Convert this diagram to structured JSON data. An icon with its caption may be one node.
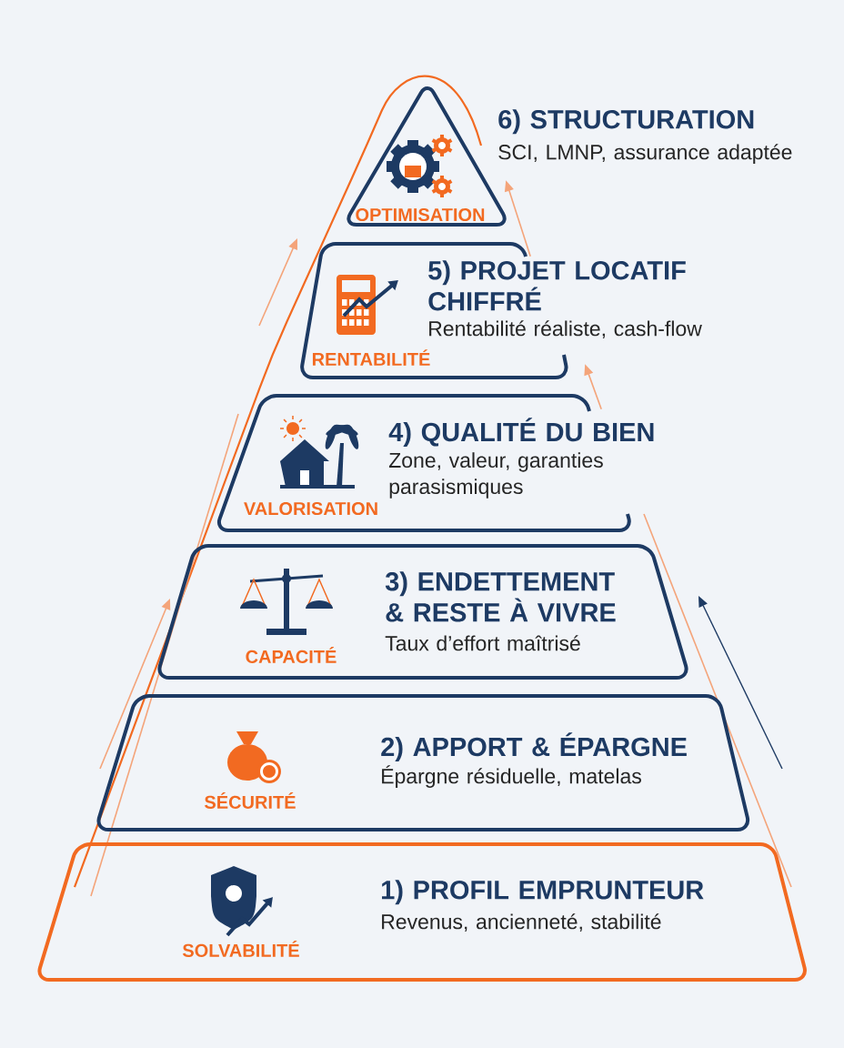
{
  "diagram": {
    "nodes": [
      {
        "text": [
          "6) STRUCTURATION",
          "SCI, LMNP, assurance adaptée",
          "OPTIMISATION"
        ]
      },
      {
        "text": [
          "5) PROJET LOCATIF CHIFFRÉ",
          "Rentabilité réaliste, cash-flow",
          "RENTABILITÉ"
        ]
      },
      {
        "text": [
          "4) QUALITÉ DU BIEN",
          "Zone, valeur, garanties parasismiques",
          "VALORISATION"
        ]
      },
      {
        "text": [
          "3) ENDETTEMENT & RESTE À VIVRE",
          "Taux d’effort maîtrisé",
          "CAPACITÉ"
        ]
      },
      {
        "text": [
          "2) APPORT & ÉPARGNE",
          "Épargne résiduelle, matelas",
          "SÉCURITÉ"
        ]
      },
      {
        "text": [
          "1) PROFIL EMPRUNTEUR",
          "Revenus, ancienneté, stabilité",
          "SOLVABILITÉ"
        ]
      }
    ],
    "edges": [
      {
        "from": 1,
        "to": 0,
        "arrow": "to"
      },
      {
        "from": 2,
        "to": 1,
        "arrow": "to"
      }
    ]
  }
}
